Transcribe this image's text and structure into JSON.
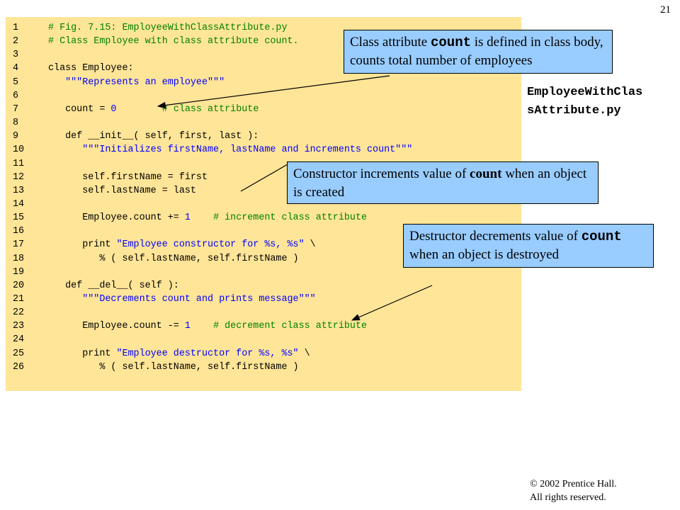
{
  "slide": {
    "page_number": "21",
    "file_title_line1": "EmployeeWithClas",
    "file_title_line2": "sAttribute.py",
    "copyright_line1": "© 2002 Prentice Hall.",
    "copyright_line2": "All rights reserved."
  },
  "code_lines": [
    {
      "num": "1",
      "segments": [
        {
          "t": "# Fig. 7.15: EmployeeWithClassAttribute.py",
          "c": "cm"
        }
      ]
    },
    {
      "num": "2",
      "segments": [
        {
          "t": "# Class Employee with class attribute count.",
          "c": "cm"
        }
      ]
    },
    {
      "num": "3",
      "segments": []
    },
    {
      "num": "4",
      "segments": [
        {
          "t": "class Employee:",
          "c": "kw"
        }
      ]
    },
    {
      "num": "5",
      "segments": [
        {
          "t": "   \"\"\"Represents an employee\"\"\"",
          "c": "str"
        }
      ]
    },
    {
      "num": "6",
      "segments": []
    },
    {
      "num": "7",
      "segments": [
        {
          "t": "   count = ",
          "c": "kw"
        },
        {
          "t": "0",
          "c": "num"
        },
        {
          "t": "        ",
          "c": "kw"
        },
        {
          "t": "# class attribute",
          "c": "cm"
        }
      ]
    },
    {
      "num": "8",
      "segments": []
    },
    {
      "num": "9",
      "segments": [
        {
          "t": "   def __init__( self, first, last ):",
          "c": "kw"
        }
      ]
    },
    {
      "num": "10",
      "segments": [
        {
          "t": "      \"\"\"Initializes firstName, lastName and increments count\"\"\"",
          "c": "str"
        }
      ]
    },
    {
      "num": "11",
      "segments": []
    },
    {
      "num": "12",
      "segments": [
        {
          "t": "      self.firstName = first",
          "c": "kw"
        }
      ]
    },
    {
      "num": "13",
      "segments": [
        {
          "t": "      self.lastName = last",
          "c": "kw"
        }
      ]
    },
    {
      "num": "14",
      "segments": []
    },
    {
      "num": "15",
      "segments": [
        {
          "t": "      Employee.count += ",
          "c": "kw"
        },
        {
          "t": "1",
          "c": "num"
        },
        {
          "t": "    ",
          "c": "kw"
        },
        {
          "t": "# increment class attribute",
          "c": "cm"
        }
      ]
    },
    {
      "num": "16",
      "segments": []
    },
    {
      "num": "17",
      "segments": [
        {
          "t": "      print ",
          "c": "kw"
        },
        {
          "t": "\"Employee constructor for %s, %s\"",
          "c": "str"
        },
        {
          "t": " \\",
          "c": "kw"
        }
      ]
    },
    {
      "num": "18",
      "segments": [
        {
          "t": "         % ( self.lastName, self.firstName )",
          "c": "kw"
        }
      ]
    },
    {
      "num": "19",
      "segments": []
    },
    {
      "num": "20",
      "segments": [
        {
          "t": "   def __del__( self ):",
          "c": "kw"
        }
      ]
    },
    {
      "num": "21",
      "segments": [
        {
          "t": "      \"\"\"Decrements count and prints message\"\"\"",
          "c": "str"
        }
      ]
    },
    {
      "num": "22",
      "segments": []
    },
    {
      "num": "23",
      "segments": [
        {
          "t": "      Employee.count -= ",
          "c": "kw"
        },
        {
          "t": "1",
          "c": "num"
        },
        {
          "t": "    ",
          "c": "kw"
        },
        {
          "t": "# decrement class attribute",
          "c": "cm"
        }
      ]
    },
    {
      "num": "24",
      "segments": []
    },
    {
      "num": "25",
      "segments": [
        {
          "t": "      print ",
          "c": "kw"
        },
        {
          "t": "\"Employee destructor for %s, %s\"",
          "c": "str"
        },
        {
          "t": " \\",
          "c": "kw"
        }
      ]
    },
    {
      "num": "26",
      "segments": [
        {
          "t": "         % ( self.lastName, self.firstName )",
          "c": "kw"
        }
      ]
    }
  ],
  "callouts": {
    "count_attribute": {
      "text_a": "Class attribute ",
      "mono": "count",
      "text_b": " is defined in class body, counts total number of employees"
    },
    "constructor": {
      "text_a": "Constructor increments value of ",
      "bold": "count",
      "text_b": " when an object is created"
    },
    "destructor": {
      "text_a": "Destructor decrements value of ",
      "mono": "count",
      "text_b": " when an object is destroyed"
    }
  },
  "colors": {
    "code_background": "#ffe598",
    "callout_background": "#99ccff",
    "comment": "#008000",
    "string": "#0000ff"
  }
}
